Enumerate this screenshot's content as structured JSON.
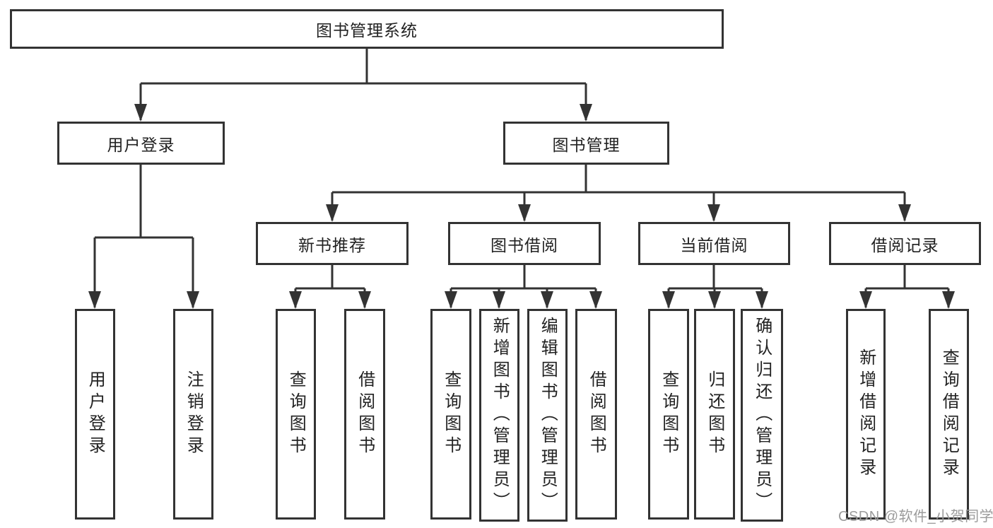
{
  "diagram": {
    "background": "#ffffff",
    "line_color": "#333333",
    "text_color": "#222222",
    "watermark_color": "#9b9b9b",
    "tree": {
      "root": "图书管理系统",
      "branches": [
        {
          "label": "用户登录",
          "children": [
            "用户登录",
            "注销登录"
          ]
        },
        {
          "label": "图书管理",
          "groups": [
            {
              "label": "新书推荐",
              "children": [
                "查询图书",
                "借阅图书"
              ]
            },
            {
              "label": "图书借阅",
              "children": [
                "查询图书",
                "新增图书（管理员）",
                "编辑图书（管理员）",
                "借阅图书"
              ]
            },
            {
              "label": "当前借阅",
              "children": [
                "查询图书",
                "归还图书",
                "确认归还（管理员）"
              ]
            },
            {
              "label": "借阅记录",
              "children": [
                "新增借阅记录",
                "查询借阅记录"
              ]
            }
          ]
        }
      ]
    },
    "watermark": "CSDN @软件_小贺同学"
  }
}
